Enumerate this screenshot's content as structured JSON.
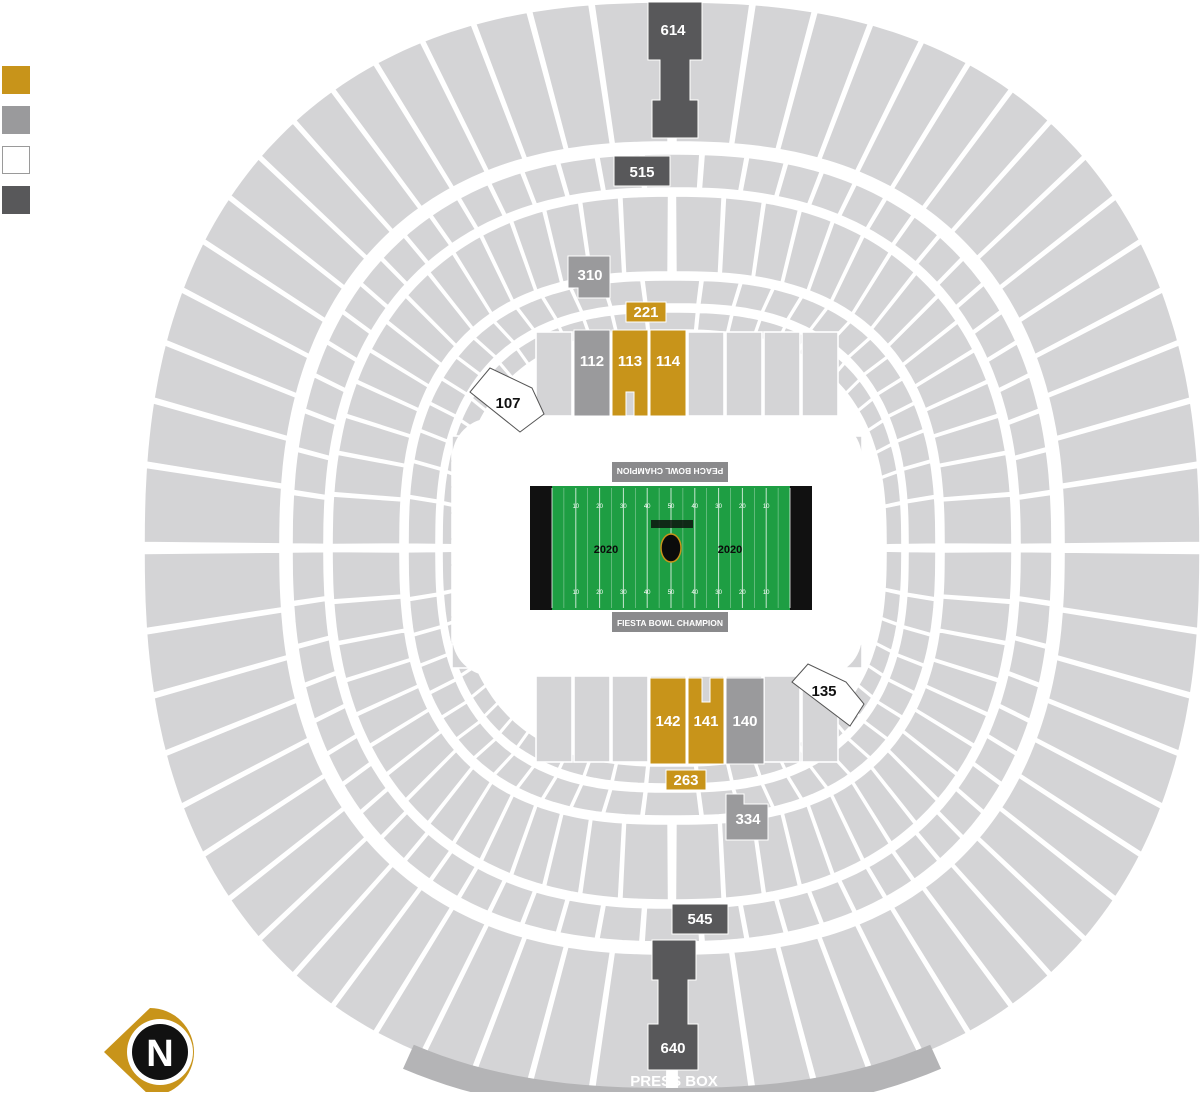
{
  "colors": {
    "gold": "#c8941a",
    "gray": "#9a9a9c",
    "white": "#ffffff",
    "dark": "#58585a",
    "seat": "#d4d4d6",
    "seat_stroke": "#ffffff",
    "field": "#1e9e43",
    "endzone": "#111111",
    "banner": "#8a8a8c"
  },
  "legend": [
    {
      "color": "gold"
    },
    {
      "color": "gray"
    },
    {
      "color": "white"
    },
    {
      "color": "dark"
    }
  ],
  "sections": {
    "s614": "614",
    "s515": "515",
    "s310": "310",
    "s221": "221",
    "s112": "112",
    "s113": "113",
    "s114": "114",
    "s107": "107",
    "s135": "135",
    "s142": "142",
    "s141": "141",
    "s140": "140",
    "s263": "263",
    "s334": "334",
    "s545": "545",
    "s640": "640"
  },
  "field": {
    "top_banner": "PEACH BOWL CHAMPION",
    "bottom_banner": "FIESTA BOWL CHAMPION",
    "logo_text": "2020",
    "yard_numbers": [
      "10",
      "20",
      "30",
      "40",
      "50",
      "40",
      "30",
      "20",
      "10"
    ]
  },
  "press_box": "PRESS BOX",
  "compass": "N"
}
